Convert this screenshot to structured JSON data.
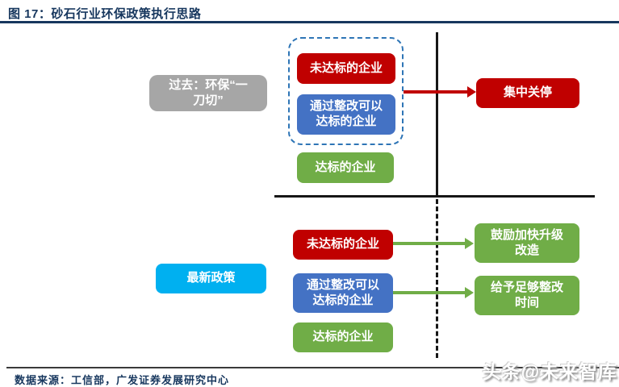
{
  "title": "图 17：砂石行业环保政策执行思路",
  "colors": {
    "title_navy": "#17375E",
    "red": "#C00000",
    "blue": "#4472C4",
    "green": "#70AD47",
    "gray": "#A6A6A6",
    "cyan": "#00B0F0",
    "dashed_border_blue": "#2E75B6",
    "axis_black": "#161616"
  },
  "top_section": {
    "era_label": "过去：环保“一\n刀切”",
    "grouped_nodes": {
      "noncompliant": "未达标的企业",
      "fixable": "通过整改可以\n达标的企业"
    },
    "compliant": "达标的企业",
    "outcome": "集中关停"
  },
  "bottom_section": {
    "era_label": "最新政策",
    "rows": [
      {
        "left": "未达标的企业",
        "right": "鼓励加快升级\n改造"
      },
      {
        "left": "通过整改可以\n达标的企业",
        "right": "给予足够整改\n时间"
      }
    ],
    "compliant": "达标的企业"
  },
  "footer": {
    "source": "数据来源：工信部，广发证券发展研究中心"
  },
  "watermark": "头条@未来智库"
}
